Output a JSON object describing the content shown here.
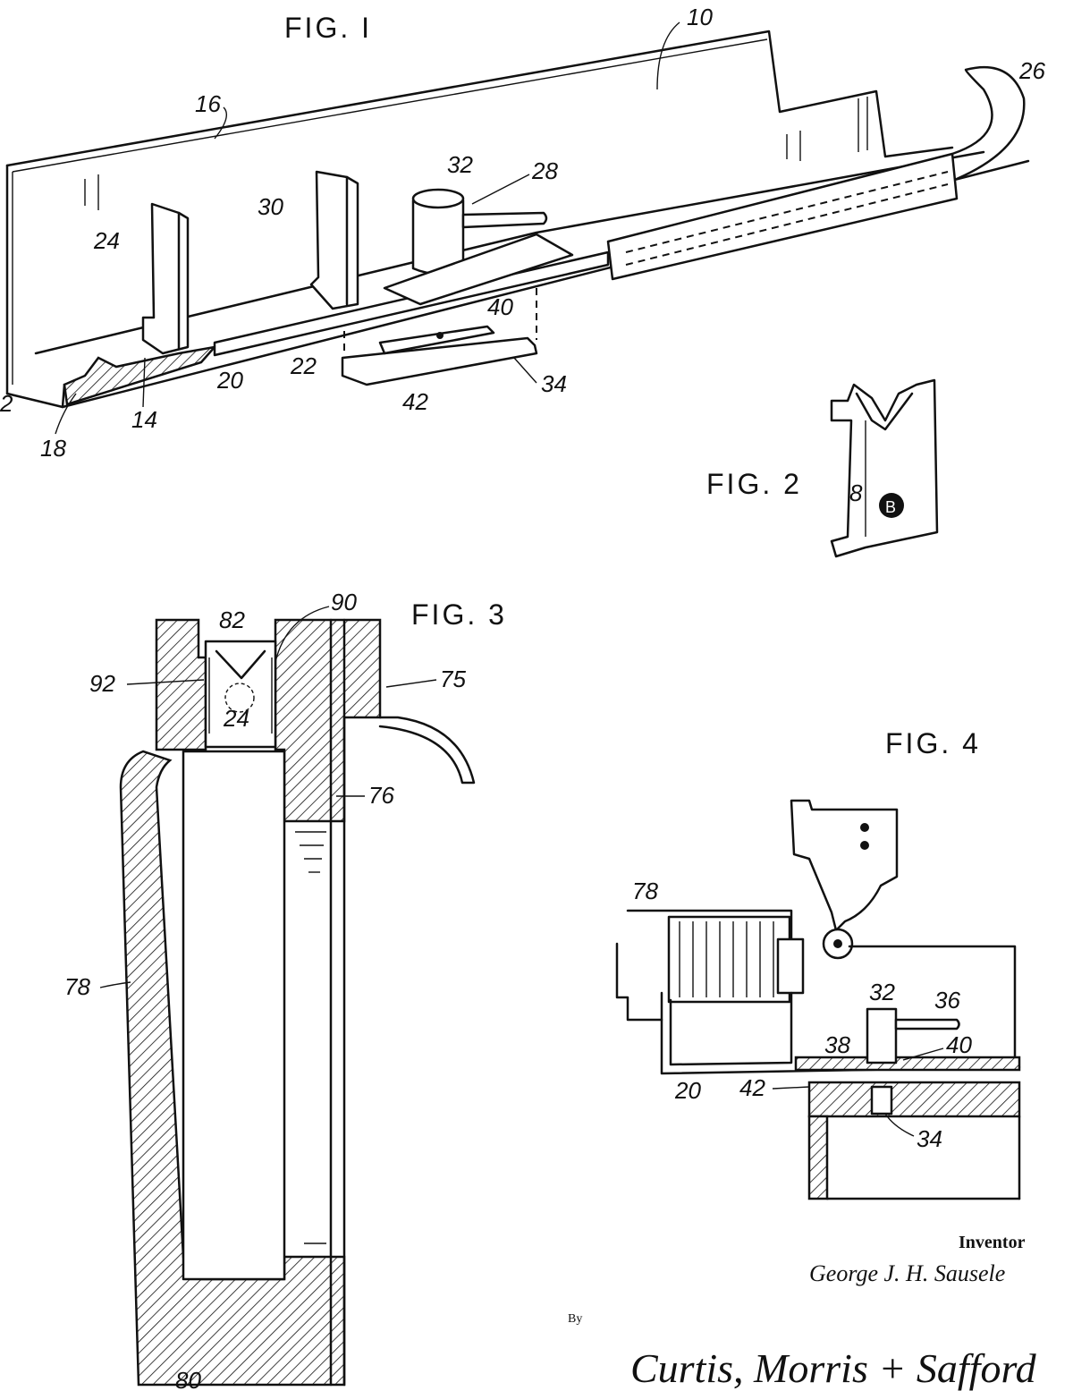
{
  "figures": {
    "fig1": {
      "title": "FIG. I",
      "refs": {
        "r10": "10",
        "r16": "16",
        "r32": "32",
        "r28": "28",
        "r30": "30",
        "r24": "24",
        "r26": "26",
        "r40": "40",
        "r22": "22",
        "r20": "20",
        "r14": "14",
        "r18": "18",
        "r42": "42",
        "r34": "34",
        "r12": "2"
      }
    },
    "fig2": {
      "title": "FIG. 2",
      "marks": {
        "left": "8",
        "circle": "B"
      }
    },
    "fig3": {
      "title": "FIG. 3",
      "refs": {
        "r82": "82",
        "r90": "90",
        "r92": "92",
        "r75": "75",
        "r24": "24",
        "r76": "76",
        "r78": "78",
        "r80": "80"
      }
    },
    "fig4": {
      "title": "FIG. 4",
      "refs": {
        "r78": "78",
        "r32": "32",
        "r36": "36",
        "r38": "38",
        "r40": "40",
        "r20": "20",
        "r42": "42",
        "r34": "34"
      }
    }
  },
  "inventor": {
    "heading": "Inventor",
    "name": "George J. H. Sausele"
  },
  "attorneys": {
    "by": "By",
    "signature": "Curtis, Morris + Safford"
  }
}
